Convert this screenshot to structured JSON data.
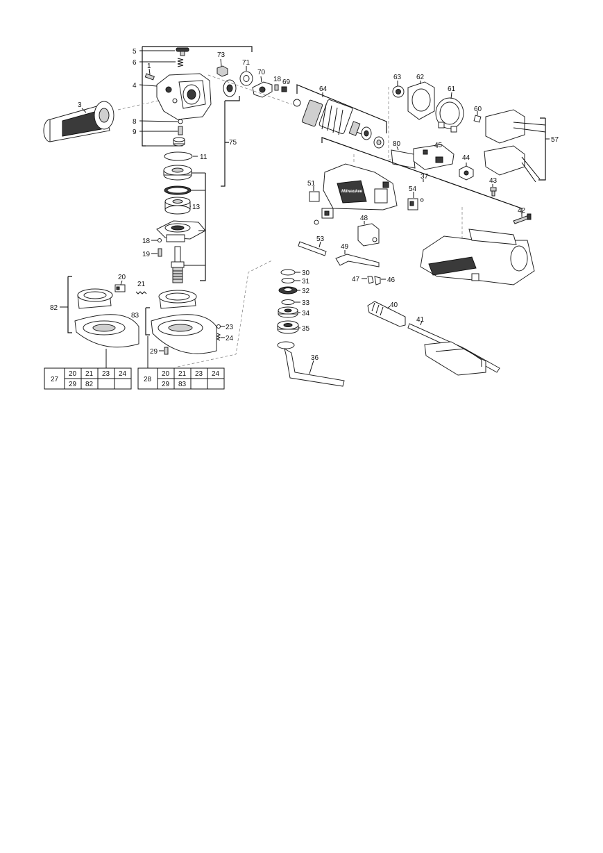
{
  "callouts": {
    "c1": "1",
    "c3": "3",
    "c4": "4",
    "c5": "5",
    "c6": "6",
    "c8": "8",
    "c9": "9",
    "c11": "11",
    "c13": "13",
    "c18a": "18",
    "c18b": "18",
    "c19": "19",
    "c20a": "20",
    "c21a": "21",
    "c23": "23",
    "c24": "24",
    "c29": "29",
    "c30": "30",
    "c31": "31",
    "c32": "32",
    "c33": "33",
    "c34": "34",
    "c35": "35",
    "c36": "36",
    "c37": "37",
    "c40": "40",
    "c41": "41",
    "c42": "42",
    "c43": "43",
    "c44": "44",
    "c45": "45",
    "c46": "46",
    "c47": "47",
    "c48": "48",
    "c49": "49",
    "c51": "51",
    "c53": "53",
    "c54": "54",
    "c57": "57",
    "c60": "60",
    "c61": "61",
    "c62": "62",
    "c63": "63",
    "c64": "64",
    "c69": "69",
    "c70": "70",
    "c71": "71",
    "c73": "73",
    "c75": "75",
    "c80": "80",
    "c82": "82",
    "c83": "83"
  },
  "kit_table_27": {
    "kit": "27",
    "row1": [
      "20",
      "21",
      "23",
      "24"
    ],
    "row2": [
      "29",
      "82",
      "",
      ""
    ]
  },
  "kit_table_28": {
    "kit": "28",
    "row1": [
      "20",
      "21",
      "23",
      "24"
    ],
    "row2": [
      "29",
      "83",
      "",
      ""
    ]
  },
  "brand_mark": "Milwaukee"
}
